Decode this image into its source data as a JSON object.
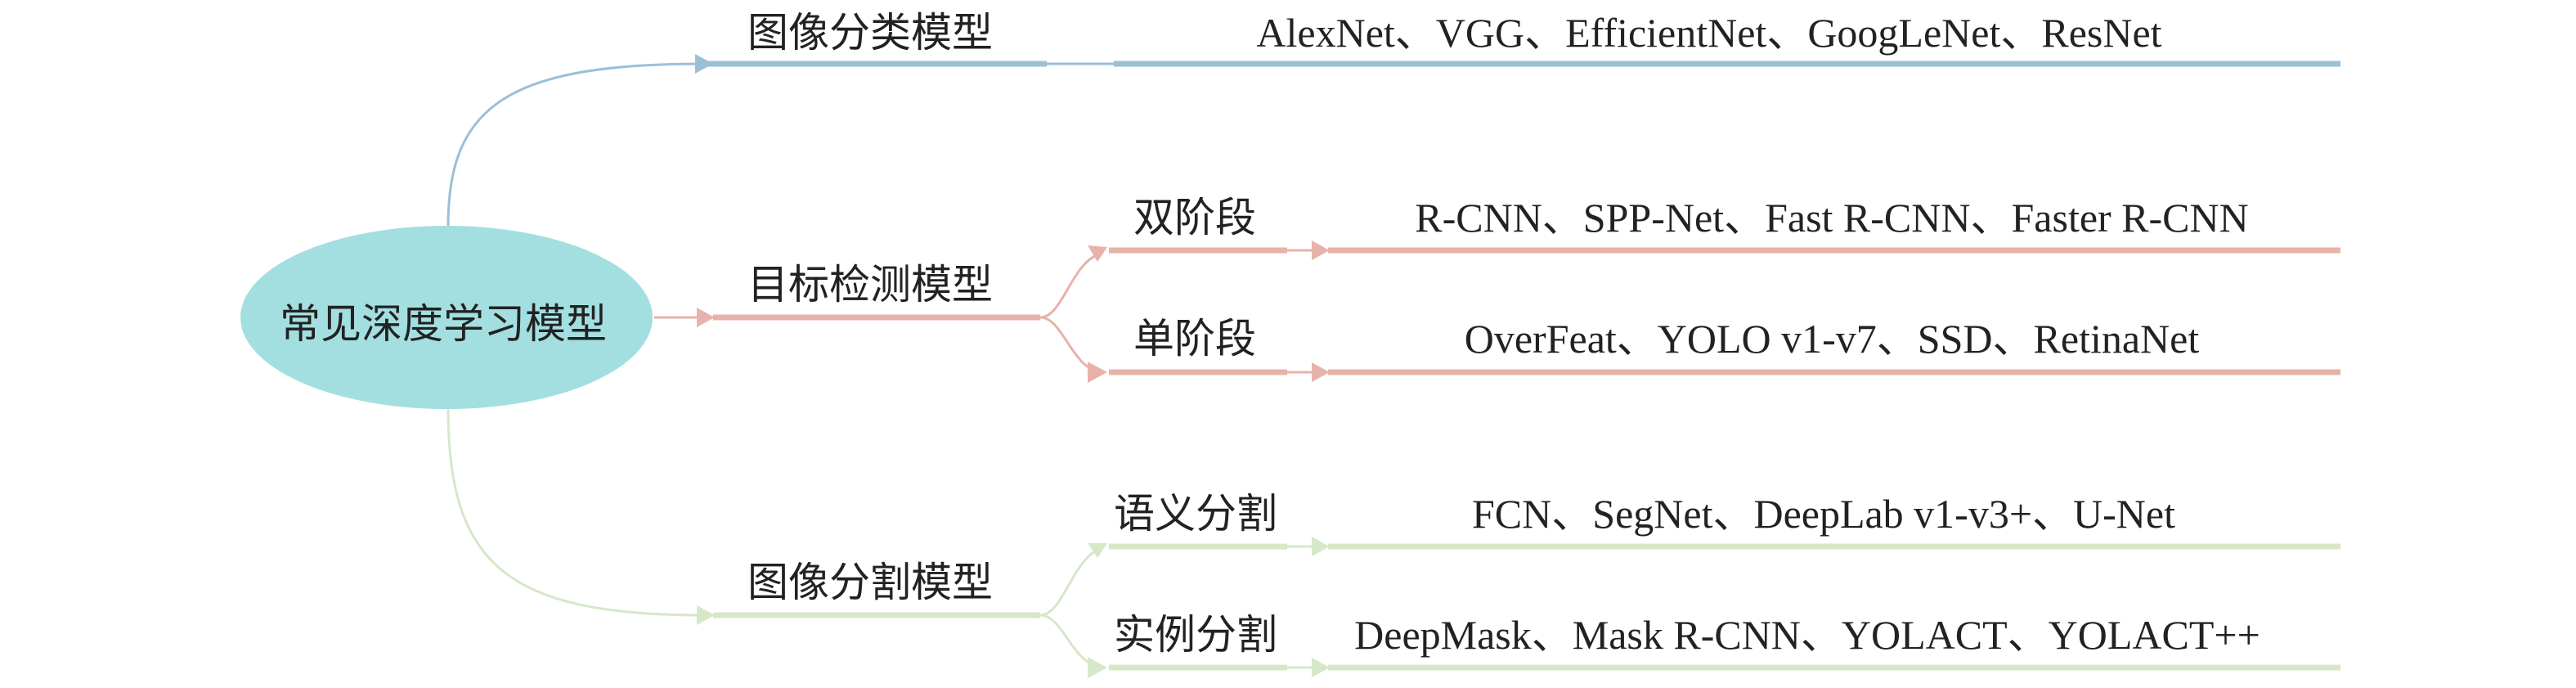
{
  "root": {
    "label": "常见深度学习模型"
  },
  "colors": {
    "root_fill": "#a3dfe0",
    "classification": "#9cbfd8",
    "detection": "#e6b3aa",
    "segmentation": "#d6e8c8",
    "text": "#222222"
  },
  "branches": [
    {
      "label": "图像分类模型",
      "models": "AlexNet、VGG、EfficientNet、GoogLeNet、ResNet"
    },
    {
      "label": "目标检测模型",
      "children": [
        {
          "label": "双阶段",
          "models": "R-CNN、SPP-Net、Fast R-CNN、Faster R-CNN"
        },
        {
          "label": "单阶段",
          "models": "OverFeat、YOLO v1-v7、SSD、RetinaNet"
        }
      ]
    },
    {
      "label": "图像分割模型",
      "children": [
        {
          "label": "语义分割",
          "models": "FCN、SegNet、DeepLab v1-v3+、U-Net"
        },
        {
          "label": "实例分割",
          "models": "DeepMask、Mask R-CNN、YOLACT、YOLACT++"
        }
      ]
    }
  ]
}
